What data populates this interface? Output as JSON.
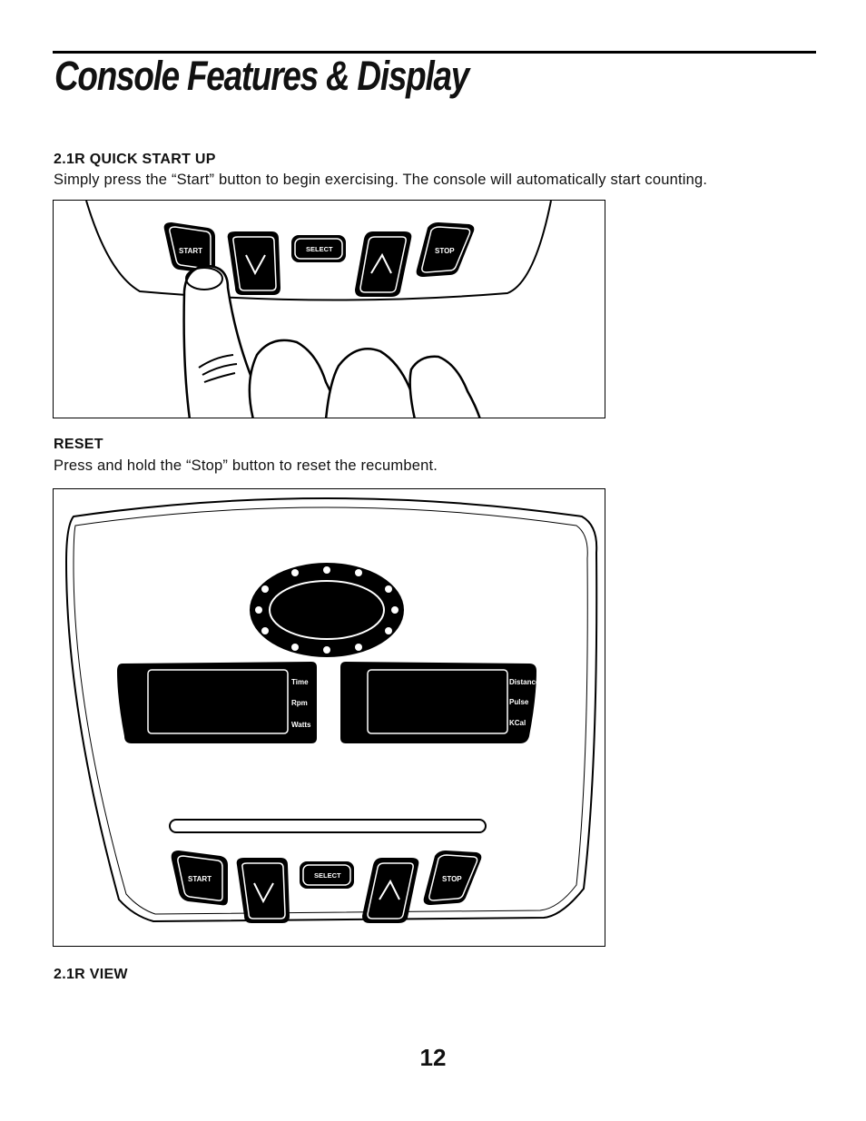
{
  "page": {
    "title": "Console Features & Display",
    "page_number": "12"
  },
  "sections": [
    {
      "heading": "2.1R QUICK START UP",
      "text": "Simply press the “Start” button to begin exercising. The console will automatically start counting."
    },
    {
      "heading": "RESET",
      "text": "Press and hold the “Stop” button to reset the recumbent."
    },
    {
      "heading": "2.1R VIEW"
    }
  ],
  "console": {
    "buttons": {
      "start": "START",
      "select": "SELECT",
      "stop": "STOP"
    },
    "left_display_labels": [
      "Time",
      "Rpm",
      "Watts"
    ],
    "right_display_labels": [
      "Distance",
      "Pulse",
      "KCal"
    ]
  }
}
